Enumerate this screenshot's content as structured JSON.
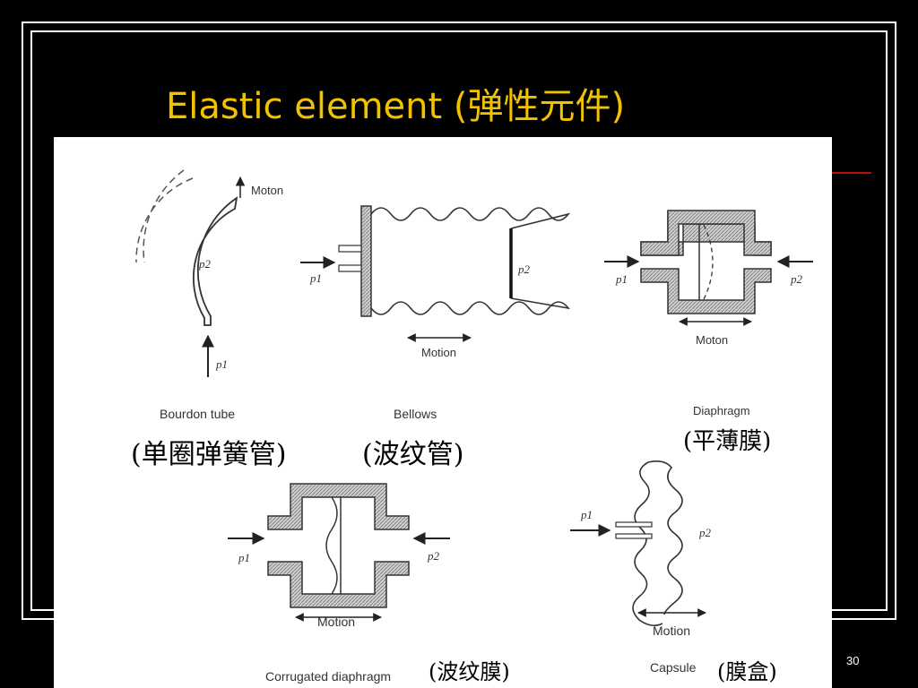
{
  "slide": {
    "title": "Elastic element (弹性元件)",
    "number": "30"
  },
  "figure": {
    "labels": {
      "moton": "Moton",
      "motion": "Motion",
      "p1": "p1",
      "p2": "p2"
    },
    "captions": {
      "bourdon": "Bourdon tube",
      "bellows": "Bellows",
      "diaphragm": "Diaphragm",
      "corrugated": "Corrugated diaphragm",
      "capsule": "Capsule"
    },
    "chinese": {
      "bourdon": "(单圈弹簧管)",
      "bellows": "(波纹管)",
      "diaphragm": "(平薄膜)",
      "corrugated": "(波纹膜)",
      "capsule": "(膜盒)"
    }
  }
}
